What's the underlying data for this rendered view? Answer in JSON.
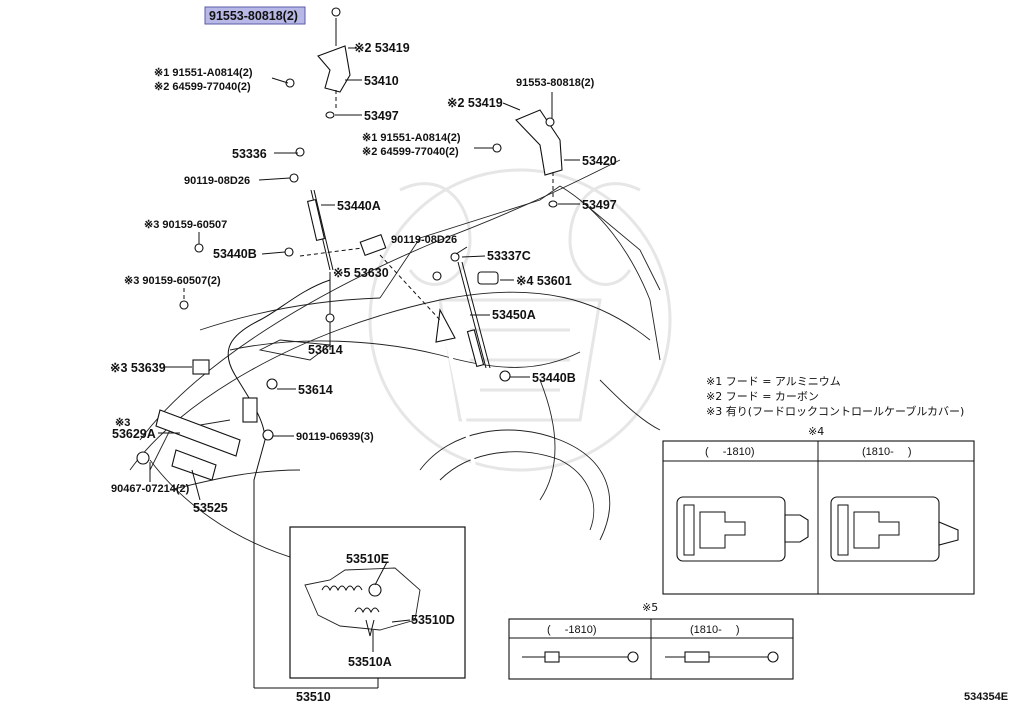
{
  "labels": {
    "p1": "91553-80818(2)",
    "p2": "※2 53419",
    "p3": "※1 91551-A0814(2)",
    "p4": "※2 64599-77040(2)",
    "p5": "53410",
    "p6": "53497",
    "p7": "53336",
    "p8": "90119-08D26",
    "p9": "53440A",
    "p10": "※3 90159-60507",
    "p11": "53440B",
    "p12": "※3 90159-60507(2)",
    "p13": "※5 53630",
    "p14": "53614",
    "p15": "53614",
    "p16": "※3 53639",
    "p17": "※3",
    "p18": "53629A",
    "p19": "90119-06939(3)",
    "p20": "90467-07214(2)",
    "p21": "53525",
    "p22": "91553-80818(2)",
    "p23": "※2 53419",
    "p24": "※1 91551-A0814(2)",
    "p25": "※2 64599-77040(2)",
    "p26": "53420",
    "p27": "53497",
    "p28": "90119-08D26",
    "p29": "53337C",
    "p30": "※4 53601",
    "p31": "53450A",
    "p32": "53440B",
    "p33": "53510E",
    "p34": "53510D",
    "p35": "53510A",
    "p36": "53510"
  },
  "notes": {
    "n1": "※1 フード = アルミニウム",
    "n2": "※2 フード = カーボン",
    "n3": "※3 有り(フードロックコントロールケーブルカバー)"
  },
  "detail4": {
    "title": "※4",
    "col1": "(　 -1810)",
    "col2": "(1810-　 )"
  },
  "detail5": {
    "title": "※5",
    "col1": "(　 -1810)",
    "col2": "(1810-　 )"
  },
  "diagram_code": "534354E",
  "colors": {
    "highlight": "#b8b8e6",
    "line": "#111111"
  }
}
